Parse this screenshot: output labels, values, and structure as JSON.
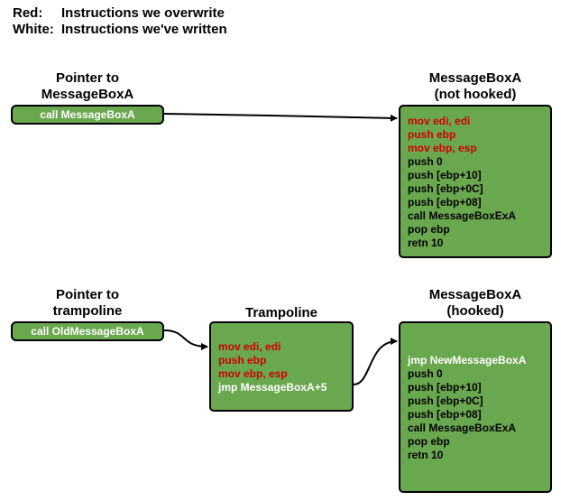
{
  "legend": {
    "red_key": "Red:",
    "red_text": "Instructions we overwrite",
    "white_key": "White:",
    "white_text": "Instructions we've written"
  },
  "top": {
    "pointer_title_1": "Pointer to",
    "pointer_title_2": "MessageBoxA",
    "pointer_call": "call MessageBoxA",
    "box_title_1": "MessageBoxA",
    "box_title_2": "(not hooked)",
    "lines": [
      {
        "text": "mov edi, edi",
        "color": "red"
      },
      {
        "text": "push ebp",
        "color": "red"
      },
      {
        "text": "mov ebp, esp",
        "color": "red"
      },
      {
        "text": "push 0",
        "color": "black"
      },
      {
        "text": "push [ebp+10]",
        "color": "black"
      },
      {
        "text": "push [ebp+0C]",
        "color": "black"
      },
      {
        "text": "push [ebp+08]",
        "color": "black"
      },
      {
        "text": "call MessageBoxExA",
        "color": "black"
      },
      {
        "text": "pop ebp",
        "color": "black"
      },
      {
        "text": "retn 10",
        "color": "black"
      }
    ]
  },
  "bottom": {
    "pointer_title_1": "Pointer to",
    "pointer_title_2": "trampoline",
    "pointer_call": "call OldMessageBoxA",
    "trampoline_title": "Trampoline",
    "trampoline_lines": [
      {
        "text": "mov edi, edi",
        "color": "red"
      },
      {
        "text": "push ebp",
        "color": "red"
      },
      {
        "text": "mov ebp, esp",
        "color": "red"
      },
      {
        "text": "jmp MessageBoxA+5",
        "color": "white"
      }
    ],
    "box_title_1": "MessageBoxA",
    "box_title_2": "(hooked)",
    "lines": [
      {
        "text": "jmp NewMessageBoxA",
        "color": "white"
      },
      {
        "text": "push 0",
        "color": "black"
      },
      {
        "text": "push [ebp+10]",
        "color": "black"
      },
      {
        "text": "push [ebp+0C]",
        "color": "black"
      },
      {
        "text": "push [ebp+08]",
        "color": "black"
      },
      {
        "text": "call MessageBoxExA",
        "color": "black"
      },
      {
        "text": "pop ebp",
        "color": "black"
      },
      {
        "text": "retn 10",
        "color": "black"
      }
    ]
  },
  "colors": {
    "box_fill": "#6aa84f",
    "overwritten": "#cc0000",
    "written": "#ffffff"
  }
}
